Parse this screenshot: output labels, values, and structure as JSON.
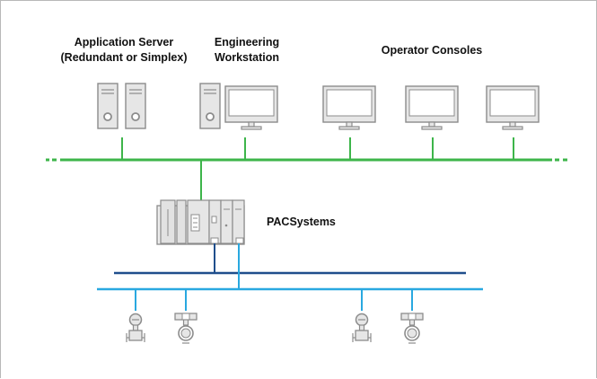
{
  "labels": {
    "app_server_line1": "Application Server",
    "app_server_line2": "(Redundant or Simplex)",
    "eng_line1": "Engineering",
    "eng_line2": "Workstation",
    "operator": "Operator Consoles",
    "pac": "PACSystems"
  },
  "colors": {
    "control_network": "#3db54a",
    "io_bus_dark": "#1f4e8c",
    "field_bus_light": "#29a8e0",
    "equipment_fill": "#e6e6e6",
    "equipment_stroke": "#8c8c8c"
  },
  "icons": {
    "server": "server-tower-icon",
    "monitor": "monitor-icon",
    "controller": "plc-rack-icon",
    "flow_transmitter": "flow-transmitter-icon",
    "pressure_transmitter": "pressure-transmitter-icon"
  }
}
